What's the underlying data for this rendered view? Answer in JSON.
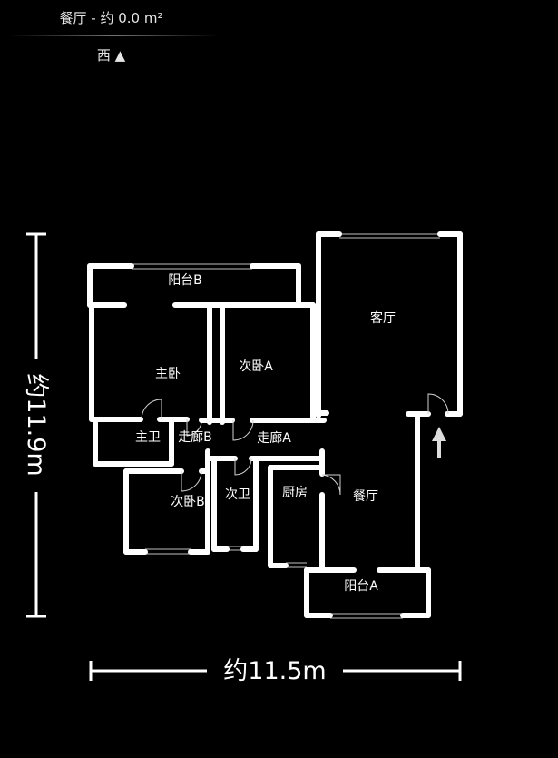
{
  "header": {
    "title": "餐厅 - 约 0.0 m²",
    "orientation": "西 ▲"
  },
  "rooms": {
    "balcony_b": "阳台B",
    "living_room": "客厅",
    "second_bedroom_a": "次卧A",
    "master_bedroom": "主卧",
    "master_bath": "主卫",
    "corridor_b": "走廊B",
    "corridor_a": "走廊A",
    "second_bedroom_b": "次卧B",
    "second_bath": "次卫",
    "kitchen": "厨房",
    "dining_room": "餐厅",
    "balcony_a": "阳台A"
  },
  "dimensions": {
    "width": "约11.5m",
    "height": "约11.9m"
  },
  "colors": {
    "background": "#000000",
    "walls": "#ffffff"
  },
  "icons": {
    "entrance": "arrow-up-icon"
  }
}
